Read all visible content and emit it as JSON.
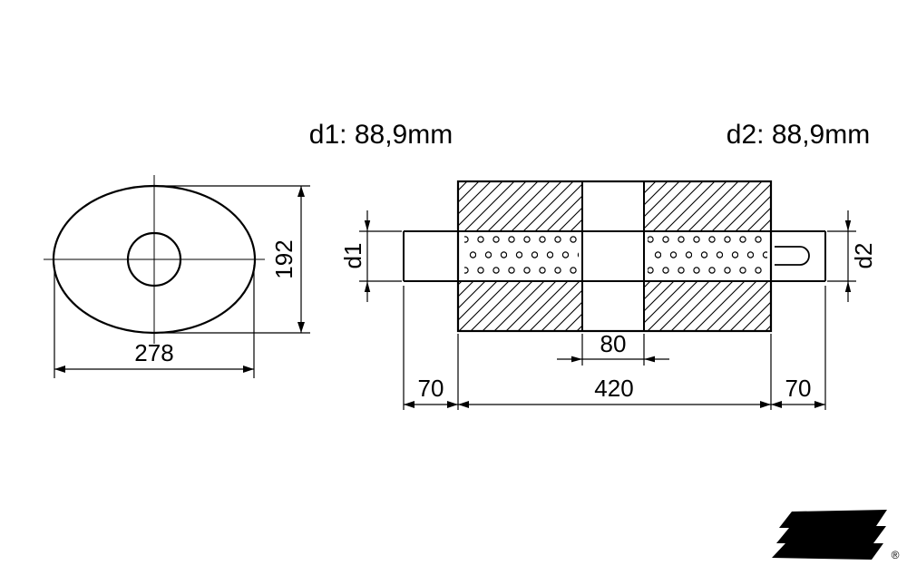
{
  "header": {
    "d1_label": "d1: 88,9mm",
    "d2_label": "d2: 88,9mm"
  },
  "front_view": {
    "width_mm": "278",
    "height_mm": "192"
  },
  "side_view": {
    "inlet_diameter_label": "d1",
    "outlet_diameter_label": "d2",
    "baffle_width_mm": "80",
    "body_length_mm": "420",
    "inlet_stub_mm": "70",
    "outlet_stub_mm": "70"
  },
  "logo": {
    "brand": "FOX",
    "registered_mark": "®"
  },
  "colors": {
    "line": "#000000",
    "background": "#ffffff",
    "logo_bg": "#000000",
    "logo_text": "#ffffff"
  }
}
